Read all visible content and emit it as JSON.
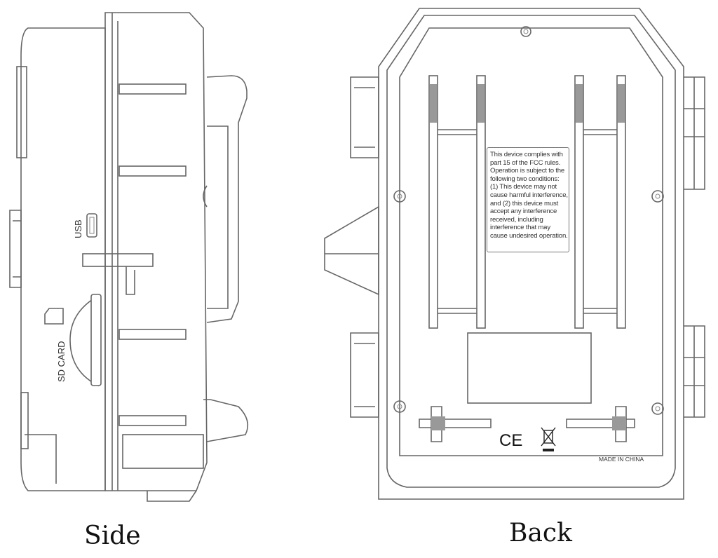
{
  "views": {
    "side": {
      "caption": "Side",
      "usb_label": "USB",
      "sd_label": "SD CARD"
    },
    "back": {
      "caption": "Back",
      "fcc_notice": [
        "This device complies with",
        "part 15 of the FCC rules.",
        "Operation is subject to the",
        "following two conditions:",
        "(1) This device may not",
        "cause harmful interference,",
        "and (2) this device must",
        "accept any interference",
        "received, including",
        "interference that may",
        "cause undesired operation."
      ],
      "ce_mark": "CE",
      "made_in": "MADE IN CHINA",
      "weee_icon": "crossed-bin-icon"
    }
  }
}
